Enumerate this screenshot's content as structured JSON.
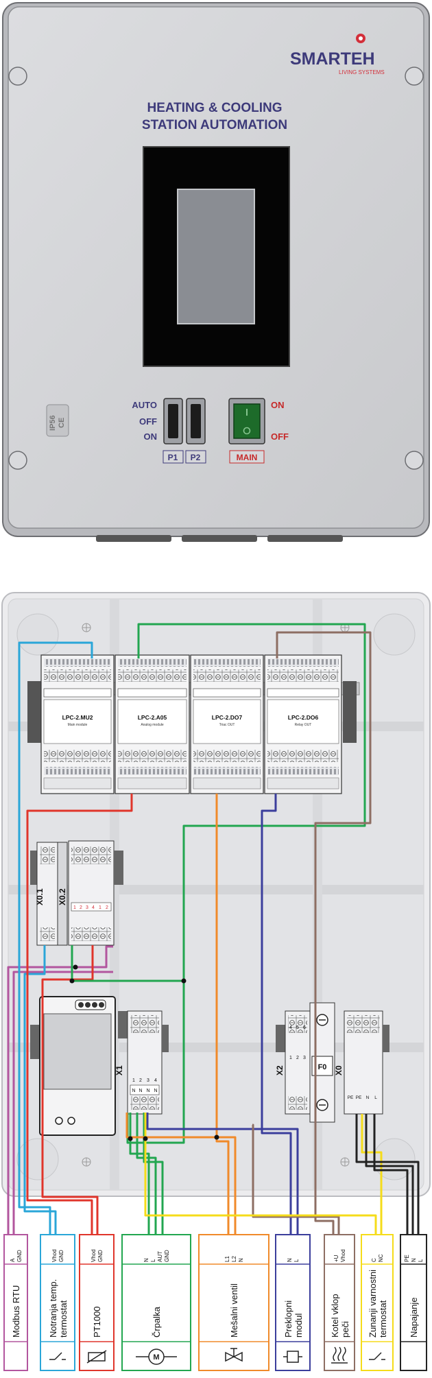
{
  "brand": {
    "name": "SMARTEH",
    "tagline": "LIVING SYSTEMS"
  },
  "front": {
    "title_line1": "HEATING & COOLING",
    "title_line2": "STATION AUTOMATION",
    "rating_ip": "IP56",
    "rating_ce": "CE",
    "switch_auto": "AUTO",
    "switch_off": "OFF",
    "switch_on": "ON",
    "p1": "P1",
    "p2": "P2",
    "main_on": "ON",
    "main_off": "OFF",
    "main": "MAIN"
  },
  "modules": [
    {
      "name": "LPC-2.MU2",
      "sub": "Main module"
    },
    {
      "name": "LPC-2.A05",
      "sub": "Analog module"
    },
    {
      "name": "LPC-2.DO7",
      "sub": "Triac OUT"
    },
    {
      "name": "LPC-2.DO6",
      "sub": "Relay OUT"
    }
  ],
  "terminal_blocks": {
    "x01": "X0.1",
    "x02": "X0.2",
    "x1": "X1",
    "x2": "X2",
    "f0": "F0",
    "x0": "X0",
    "x1_top": [
      "1",
      "2",
      "3",
      "4"
    ],
    "x1_bottom": [
      "N",
      "N",
      "N",
      "N"
    ],
    "x02_nums": [
      "1",
      "2",
      "3",
      "4",
      "1",
      "2"
    ],
    "x2_nums": [
      "4",
      "5",
      "6",
      "1",
      "2",
      "3"
    ],
    "x0_bottom": [
      "PE",
      "PE",
      "N",
      "L"
    ]
  },
  "cards": [
    {
      "terminals": [
        "A",
        "GND"
      ],
      "label": "Modbus RTU",
      "color": "#b2569e",
      "symbol": "none"
    },
    {
      "terminals": [
        "Vhod",
        "GND"
      ],
      "label": "Notranja temp. termostat",
      "color": "#2aa6d8",
      "symbol": "switch"
    },
    {
      "terminals": [
        "Vhod",
        "GND"
      ],
      "label": "PT1000",
      "color": "#e0352b",
      "symbol": "sensor"
    },
    {
      "terminals": [
        "N",
        "L",
        "AUT",
        "GND"
      ],
      "label": "Črpalka",
      "color": "#22a650",
      "symbol": "motor"
    },
    {
      "terminals": [
        "L1",
        "L2",
        "N"
      ],
      "label": "Mešalni ventil",
      "color": "#f08a2a",
      "symbol": "valve"
    },
    {
      "terminals": [
        "N",
        "L"
      ],
      "label": "Preklopni modul",
      "color": "#3b3e9c",
      "symbol": "relay"
    },
    {
      "terminals": [
        "+U",
        "Vhod"
      ],
      "label": "Kotel vklop peči",
      "color": "#8d6e63",
      "symbol": "heater"
    },
    {
      "terminals": [
        "C",
        "NC"
      ],
      "label": "Zunanji varnostni termostat",
      "color": "#f5dc1a",
      "symbol": "switch"
    },
    {
      "terminals": [
        "PE",
        "N",
        "L"
      ],
      "label": "Napajanje",
      "color": "#222222",
      "symbol": "none"
    }
  ],
  "wire_colors": {
    "modbus": "#b2569e",
    "thermostat": "#2aa6d8",
    "pt1000": "#e0352b",
    "pump": "#22a650",
    "valve": "#f08a2a",
    "switch_module": "#3b3e9c",
    "boiler": "#8d6e63",
    "safety": "#f5dc1a",
    "power": "#222222"
  }
}
